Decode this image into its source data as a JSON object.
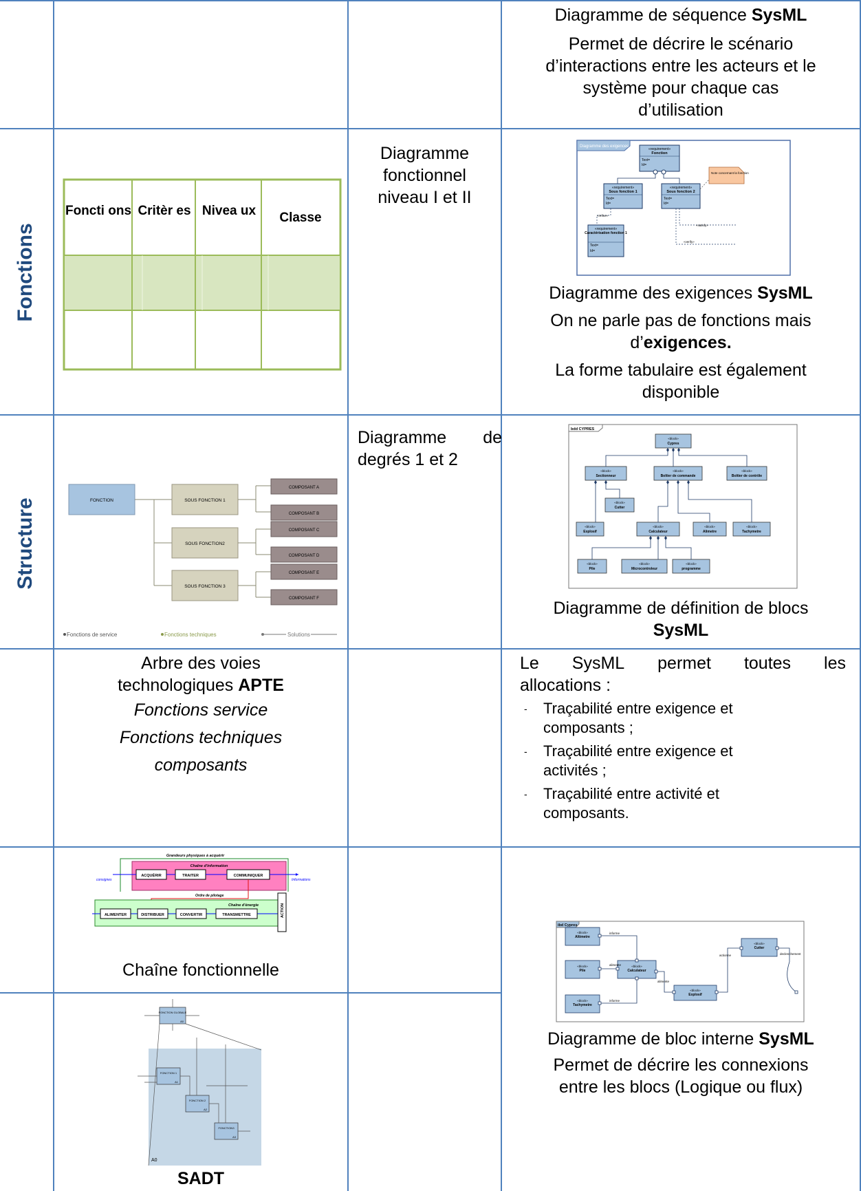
{
  "row1": {
    "seq_title_plain": "Diagramme de séquence ",
    "seq_title_bold": "SysML",
    "seq_desc_lines": [
      "Permet de décrire le scénario",
      "d’interactions entre les acteurs et le",
      "système pour chaque cas",
      "d’utilisation"
    ]
  },
  "fonctions": {
    "side_label": "Fonctions",
    "table_headers": [
      "Foncti ons",
      "Critèr es",
      "Nivea ux",
      "Classe"
    ],
    "diagram_label": [
      "Diagramme",
      "fonctionnel",
      "niveau I et II"
    ],
    "req_title_plain": "Diagramme des exigences ",
    "req_title_bold": "SysML",
    "req_line1": "On ne parle pas de fonctions mais",
    "req_line2_plain": "d’",
    "req_line2_bold": "exigences.",
    "req_line3": "La forme tabulaire est également",
    "req_line4": "disponible",
    "req_diagram": {
      "frame": "Diagramme des exigences",
      "stereotype": "«requirement»",
      "main": "Fonction",
      "sub1": "Sous fonction 1",
      "sub2": "Sous fonction 2",
      "carac": "Caractérisation fonction 1",
      "text_label": "Text=",
      "id_label": "Id=",
      "note": "Note concernant la fonction",
      "refine": "«refine»",
      "satisfy": "«satisfy»",
      "verify": "«verify»"
    }
  },
  "structure": {
    "side_label": "Structure",
    "degres_label": [
      "Diagramme de",
      "degrés 1 et 2"
    ],
    "apte": {
      "fonction": "FONCTION",
      "sous": [
        "SOUS FONCTION 1",
        "SOUS FONCTION2",
        "SOUS FONCTION 3"
      ],
      "composants": [
        "COMPOSANT A",
        "COMPOSANT B",
        "COMPOSANT C",
        "COMPOSANT D",
        "COMPOSANT E",
        "COMPOSANT F"
      ],
      "legend": [
        "Fonctions de service",
        "Fonctions techniques",
        "Solutions"
      ]
    },
    "bdd_title_plain": "Diagramme de définition de blocs",
    "bdd_title_bold": "SysML",
    "bdd": {
      "frame": "bdd CYPRES",
      "stereotype": "«block»",
      "blocks": [
        "Cypres",
        "Sectionneur",
        "Boîtier de commande",
        "Boîtier de contrôle",
        "Cutter",
        "Explosif",
        "Calculateur",
        "Alimetre",
        "Tachymetre",
        "Pile",
        "Microcontroleur",
        "programme"
      ]
    }
  },
  "row4": {
    "apte_line1": "Arbre des voies",
    "apte_line2_plain": "technologiques ",
    "apte_line2_bold": "APTE",
    "apte_italic": [
      "Fonctions service",
      "Fonctions techniques",
      "composants"
    ],
    "sysml_intro": "Le SysML permet toutes les allocations :",
    "sysml_intro_words": [
      "Le",
      "SysML",
      "permet",
      "toutes",
      "les"
    ],
    "sysml_intro_line2": "allocations :",
    "bullets": [
      "Traçabilité entre exigence et composants ;",
      "Traçabilité entre exigence et activités ;",
      "Traçabilité entre activité et composants."
    ]
  },
  "row5": {
    "chain_caption": "Chaîne fonctionnelle",
    "chain": {
      "grandeurs": "Grandeurs physiques à acquérir",
      "info_chain": "Chaîne d'information",
      "acquerir": "ACQUÉRIR",
      "traiter": "TRAITER",
      "communiquer": "COMMUNIQUER",
      "consignes": "consignes",
      "informations": "Informations",
      "ordre": "Ordre de pilotage",
      "energy_chain": "Chaîne d'énergie",
      "alimenter": "ALIMENTER",
      "distribuer": "DISTRIBUER",
      "convertir": "CONVERTIR",
      "transmettre": "TRANSMETTRE",
      "action": "ACTION"
    },
    "ibd_title_plain": "Diagramme de bloc interne ",
    "ibd_title_bold": "SysML",
    "ibd_desc": [
      "Permet de décrire les connexions",
      "entre les blocs (Logique ou flux)"
    ],
    "ibd": {
      "frame": "ibd Cypres",
      "stereotype": "«block»",
      "blocks": [
        "Altimetre",
        "Pile",
        "Calculateur",
        "Tachymetre",
        "Explosif",
        "Cutter"
      ],
      "flows": [
        "informe",
        "alimente",
        "informe",
        "alimente",
        "actionne",
        "declenchement"
      ]
    }
  },
  "row6": {
    "sadt_caption": "SADT",
    "sadt": {
      "global": "FONCTION GLOBALE",
      "a0": "A0",
      "f1": "FONCTION 1",
      "f2": "FONCTION 2",
      "f3": "FONCTION3",
      "a1": "A1",
      "a2": "A2",
      "a3": "A3",
      "a0_label": "A0"
    }
  },
  "colors": {
    "grid": "#4f81bd",
    "side_text": "#1f497d",
    "table_green": "#9bbb59",
    "table_fill": "#d8e6c0",
    "block_blue": "#a7c4e0",
    "box_tan": "#d6d3be",
    "box_mauve": "#9a8c8c"
  }
}
